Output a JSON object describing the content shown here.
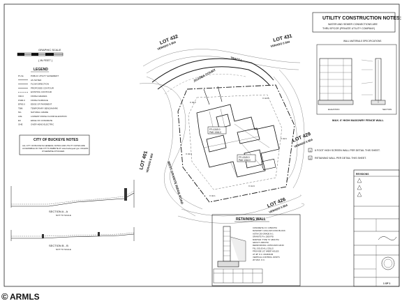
{
  "utility_notes": {
    "title": "UTILITY CONSTRUCTION NOTES:",
    "line1": "WATER AND SEWER CONNECTIONS ARE",
    "line2": "THRU EPCOR (PRIVATE UTILITY COMPANY)"
  },
  "graphic_scale": "GRAPHIC SCALE",
  "legend": {
    "title": "LEGEND",
    "items": [
      {
        "code": "P.U.E.",
        "text": "PUBLIC UTILITY EASEMENT"
      },
      {
        "code": "",
        "text": "AS NOTED"
      },
      {
        "code": "",
        "text": "FLOW DIRECTION"
      },
      {
        "code": "",
        "text": "PROPOSED CONTOUR"
      },
      {
        "code": "",
        "text": "EXISTING CONTOUR"
      },
      {
        "code": "X00.0",
        "text": "FINISH GRADES"
      },
      {
        "code": "FS00.0",
        "text": "FINISH SURFACE"
      },
      {
        "code": "EP00.0",
        "text": "EDGE OF PAVEMENT"
      },
      {
        "code": "TBM",
        "text": "TEMPORARY BENCHMARK"
      },
      {
        "code": "NG",
        "text": "NATURAL GRADE"
      },
      {
        "code": "LFE",
        "text": "LOWEST FINISH FLOOR ELEVATION"
      },
      {
        "code": "EC",
        "text": "EDGE OF CONCRETE"
      },
      {
        "code": "OHE",
        "text": "OVER HEAD ELECTRIC"
      }
    ]
  },
  "city_notes": {
    "title": "CITY OF BUCKEYE NOTES",
    "line1": "ALL CITY OF BUCKEYE GENERAL NOTES AND UTILITY NOTES ARE",
    "line2": "ACCESSIBLE ON THE CITY'S WEBSITE AT www.buckeyeaz.gov. UNLESS",
    "line3": "OTHERWISE ATTACHED."
  },
  "lots": [
    {
      "lot": "LOT 432",
      "sub": "VERADO 5 804"
    },
    {
      "lot": "LOT 431",
      "sub": "VERADO 5 804"
    },
    {
      "lot": "LOT 401",
      "sub": "VERADO 5 804"
    },
    {
      "lot": "LOT 429",
      "sub": "VERADO 5 804"
    },
    {
      "lot": "LOT 426",
      "sub": "VERADO 5 804"
    }
  ],
  "streets": {
    "court": "JOJOBA COURT",
    "road": "WEST GRANITE RIDGE ROAD",
    "tract": "TRACT L"
  },
  "building": {
    "ff1": "FF=1345.0",
    "pad1": "PAD 1344.0",
    "ff2": "FF=1345.0",
    "pad2": "PAD 1344.0"
  },
  "wall_detail": {
    "title": "WALL MATERIALS SPECIFICATIONS",
    "caption": "MAX. 6' HIGH MASONRY FENCE WALL",
    "elev": "ELEVATION",
    "section": "SECTION"
  },
  "keynotes": [
    {
      "num": "1",
      "text": "6 FOOT HIGH SCREEN WALL PER DETAIL THIS SHEET."
    },
    {
      "num": "2",
      "text": "RETAINING WALL PER DETAIL THIS SHEET."
    }
  ],
  "sections": {
    "a": "SECTION A - A",
    "b": "SECTION B - B"
  },
  "retaining_wall": {
    "title": "RETAINING WALL",
    "notes": [
      "CONCRETE: F'c =2500 PSI",
      "MASONRY: HOLLOW CONC BLOCK",
      "ASTM C90 GRADE N-1",
      "GRANITE F'm 1500 PSI",
      "MORTAR: TYPE \"S\" 1800 PSI",
      "GROUT: 2000 PSI",
      "REINFORCING: ASTM A615 GR.60",
      "FILL SOLID ALL CELLS",
      "PROVIDE 1/2\" WEEP HOLES",
      "AT 48\" O.C. MAXIMUM",
      "VERTICAL CONTROL JOINTS",
      "20' MAX. O.C."
    ]
  },
  "titleblock": {
    "revisions": "REVISIONS",
    "sheet": "1 OF 1"
  },
  "footer_brand": "ARMLS"
}
